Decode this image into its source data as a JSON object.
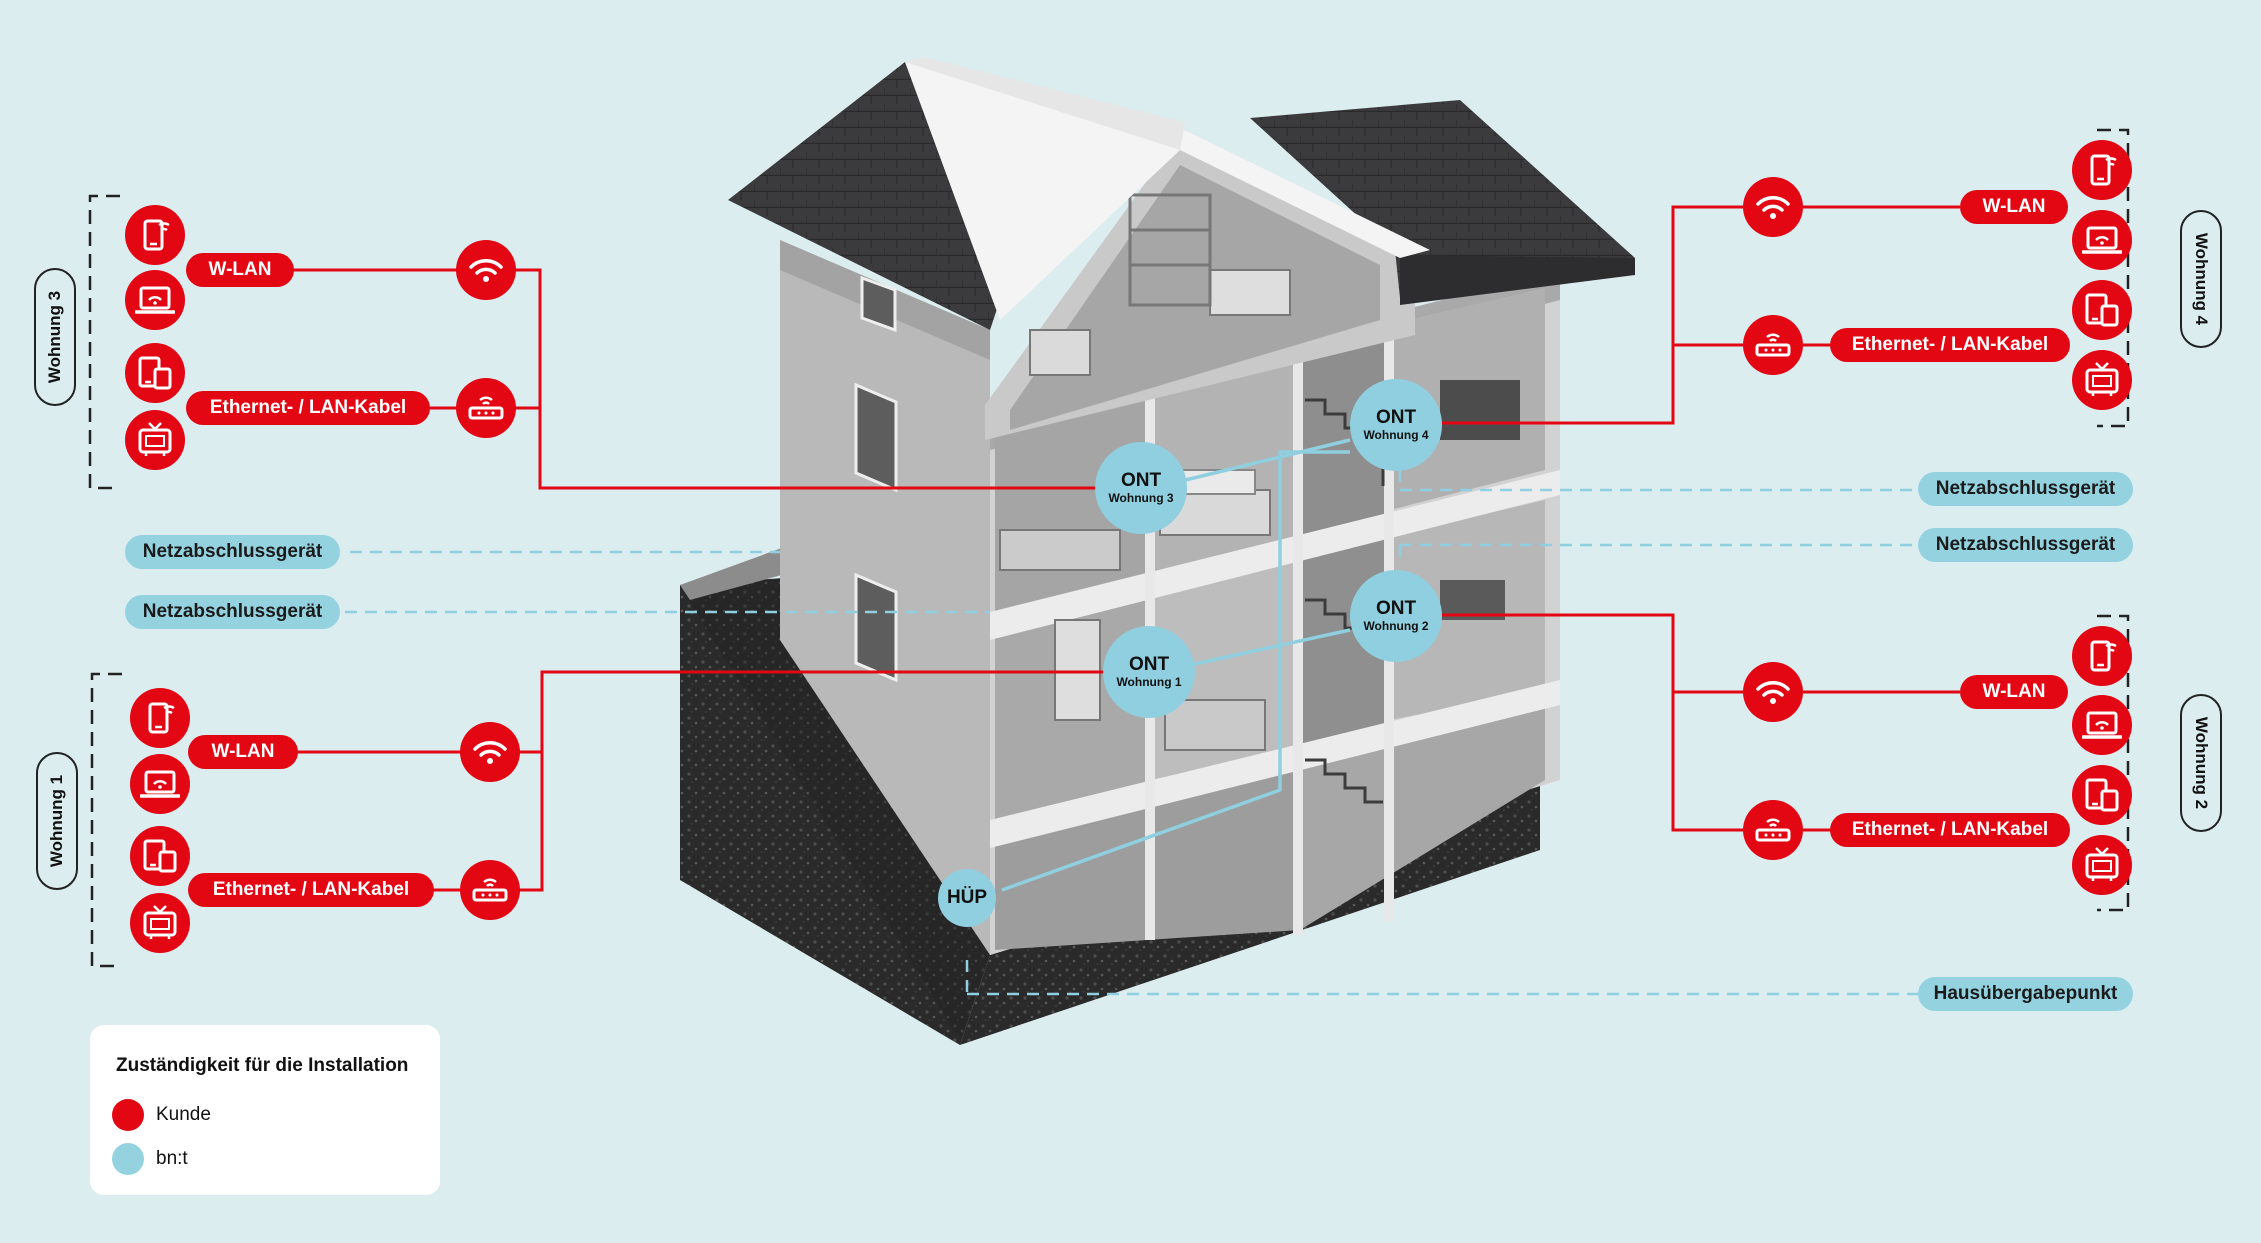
{
  "units": [
    {
      "label": "Wohnung 3",
      "wifi": "W-LAN",
      "lan": "Ethernet- / LAN-Kabel",
      "ont_title": "ONT",
      "ont_sub": "Wohnung 3"
    },
    {
      "label": "Wohnung 1",
      "wifi": "W-LAN",
      "lan": "Ethernet- / LAN-Kabel",
      "ont_title": "ONT",
      "ont_sub": "Wohnung 1"
    },
    {
      "label": "Wohnung 4",
      "wifi": "W-LAN",
      "lan": "Ethernet- / LAN-Kabel",
      "ont_title": "ONT",
      "ont_sub": "Wohnung 4"
    },
    {
      "label": "Wohnung 2",
      "wifi": "W-LAN",
      "lan": "Ethernet- / LAN-Kabel",
      "ont_title": "ONT",
      "ont_sub": "Wohnung 2"
    }
  ],
  "callouts": {
    "nag_left_1": "Netzabschlussgerät",
    "nag_left_2": "Netzabschlussgerät",
    "nag_right_1": "Netzabschlussgerät",
    "nag_right_2": "Netzabschlussgerät",
    "hup_label": "Hausübergabepunkt",
    "hup_node": "HÜP"
  },
  "legend": {
    "title": "Zuständigkeit für die Installation",
    "items": [
      {
        "label": "Kunde",
        "color": "#e30613"
      },
      {
        "label": "bn:t",
        "color": "#94d2e0"
      }
    ]
  },
  "colors": {
    "customer_red": "#e30613",
    "provider_blue": "#94d2e0",
    "background": "#dcedf0"
  },
  "icons": [
    "smartphone-icon",
    "laptop-icon",
    "devices-icon",
    "tv-icon",
    "wifi-router-icon",
    "ethernet-router-icon"
  ]
}
